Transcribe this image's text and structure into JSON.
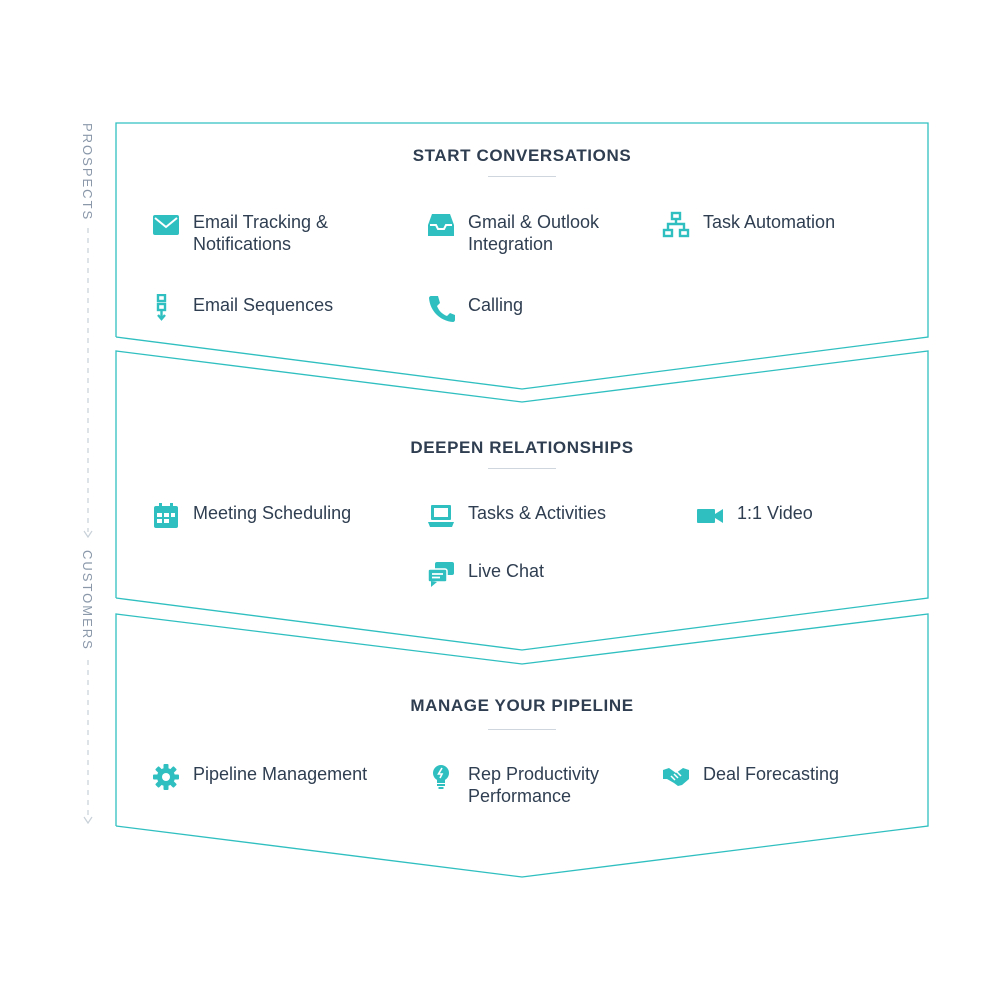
{
  "side_labels": {
    "top": "PROSPECTS",
    "bottom": "CUSTOMERS"
  },
  "colors": {
    "accent": "#30bfc0",
    "title": "#2f3e51",
    "text": "#2f3e51",
    "side_label": "#8a98aa",
    "dashed_line": "#c8d0d8",
    "rule": "#cfd6de"
  },
  "sections": [
    {
      "title": "START CONVERSATIONS",
      "features": [
        {
          "label": "Email Tracking &\nNotifications",
          "icon": "envelope-icon"
        },
        {
          "label": "Gmail & Outlook\nIntegration",
          "icon": "inbox-tray-icon"
        },
        {
          "label": "Task Automation",
          "icon": "org-chart-icon"
        },
        {
          "label": "Email Sequences",
          "icon": "sequence-icon"
        },
        {
          "label": "Calling",
          "icon": "phone-icon"
        }
      ]
    },
    {
      "title": "DEEPEN RELATIONSHIPS",
      "features": [
        {
          "label": "Meeting Scheduling",
          "icon": "calendar-icon"
        },
        {
          "label": "Tasks & Activities",
          "icon": "laptop-icon"
        },
        {
          "label": "1:1 Video",
          "icon": "video-camera-icon"
        },
        {
          "label": "Live Chat",
          "icon": "chat-bubbles-icon"
        }
      ]
    },
    {
      "title": "MANAGE YOUR PIPELINE",
      "features": [
        {
          "label": "Pipeline Management",
          "icon": "gear-icon"
        },
        {
          "label": "Rep Productivity\nPerformance",
          "icon": "lightbulb-icon"
        },
        {
          "label": "Deal Forecasting",
          "icon": "handshake-icon"
        }
      ]
    }
  ]
}
